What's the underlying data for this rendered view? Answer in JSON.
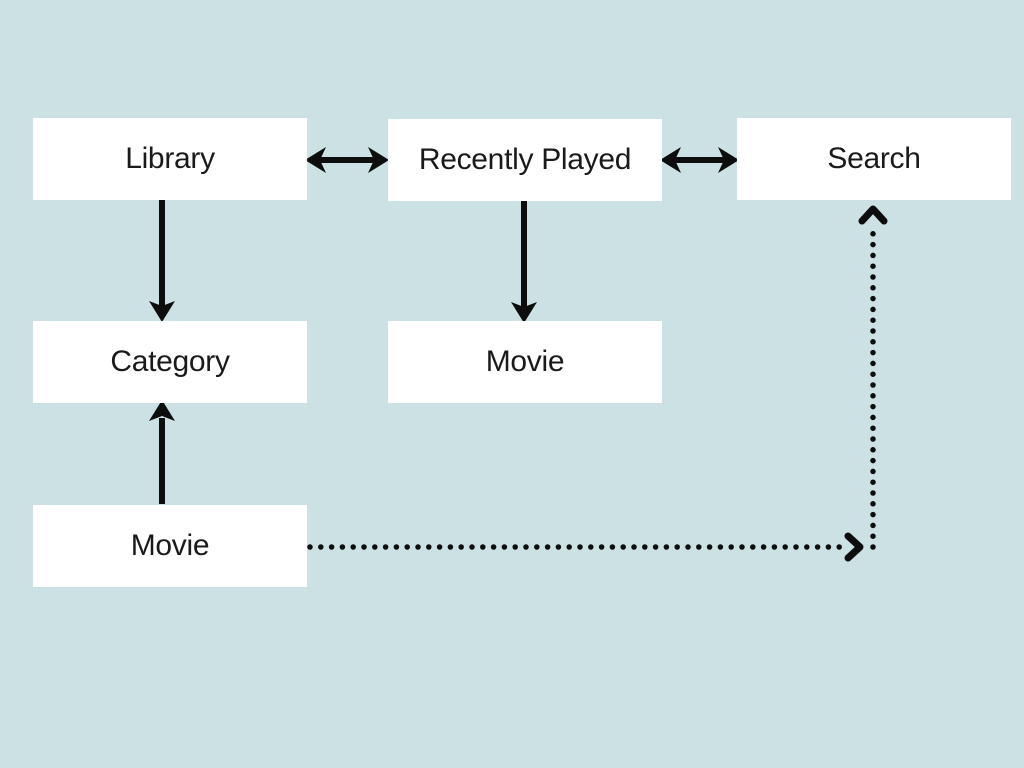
{
  "canvas": {
    "background": "#cbe1e3",
    "box_fill": "#ffffff",
    "line_color": "#0d0d0d",
    "text_color": "#1a1a1a"
  },
  "nodes": {
    "library": {
      "label": "Library"
    },
    "recently_played": {
      "label": "Recently Played"
    },
    "search": {
      "label": "Search"
    },
    "category": {
      "label": "Category"
    },
    "movie_center": {
      "label": "Movie"
    },
    "movie_bottom": {
      "label": "Movie"
    }
  },
  "edges": [
    {
      "from": "library",
      "to": "recently_played",
      "style": "solid",
      "direction": "both"
    },
    {
      "from": "recently_played",
      "to": "search",
      "style": "solid",
      "direction": "both"
    },
    {
      "from": "library",
      "to": "category",
      "style": "solid",
      "direction": "forward"
    },
    {
      "from": "recently_played",
      "to": "movie_center",
      "style": "solid",
      "direction": "forward"
    },
    {
      "from": "movie_bottom",
      "to": "category",
      "style": "solid",
      "direction": "forward"
    },
    {
      "from": "movie_bottom",
      "to": "search",
      "style": "dotted",
      "direction": "forward",
      "route": "right-then-up"
    }
  ]
}
